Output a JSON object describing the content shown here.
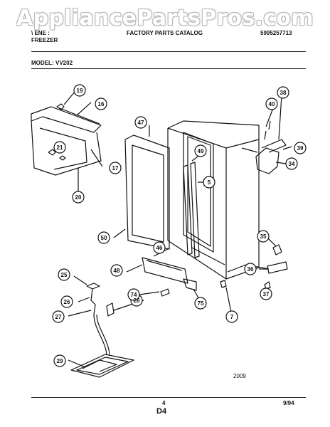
{
  "watermark": "AppliancePartsPros.com",
  "header": {
    "brand": "\\ ENE :",
    "product": "FREEZER",
    "catalog": "FACTORY PARTS CATALOG",
    "catalog_number": "5995257713",
    "model_label": "MODEL:",
    "model": "VV202"
  },
  "callouts": [
    "19",
    "16",
    "21",
    "17",
    "20",
    "47",
    "49",
    "5",
    "50",
    "46",
    "48",
    "25",
    "26",
    "27",
    "28",
    "29",
    "74",
    "75",
    "7",
    "38",
    "40",
    "39",
    "34",
    "35",
    "36",
    "37"
  ],
  "footer": {
    "drawing_number": "2009",
    "page_number": "4",
    "date": "9/94",
    "section_code": "D4"
  }
}
